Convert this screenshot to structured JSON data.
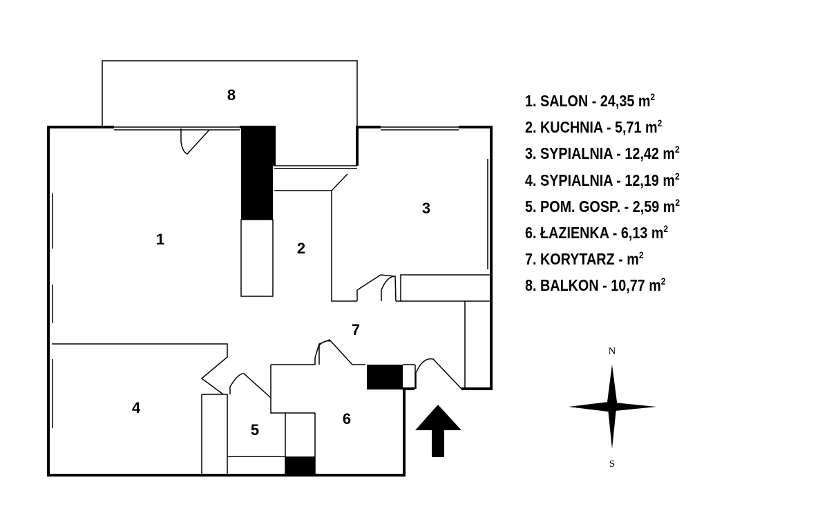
{
  "legend": [
    {
      "num": "1.",
      "name": "SALON",
      "area": "24,35",
      "unit": "m",
      "exp": "2"
    },
    {
      "num": "2.",
      "name": "KUCHNIA",
      "area": "5,71",
      "unit": "m",
      "exp": "2"
    },
    {
      "num": "3.",
      "name": "SYPIALNIA",
      "area": "12,42",
      "unit": "m",
      "exp": "2"
    },
    {
      "num": "4.",
      "name": "SYPIALNIA",
      "area": "12,19",
      "unit": "m",
      "exp": "2"
    },
    {
      "num": "5.",
      "name": "POM. GOSP.",
      "area": "2,59",
      "unit": "m",
      "exp": "2"
    },
    {
      "num": "6.",
      "name": "ŁAZIENKA",
      "area": "6,13",
      "unit": "m",
      "exp": "2"
    },
    {
      "num": "7.",
      "name": "KORYTARZ",
      "area": "",
      "unit": "m",
      "exp": "2"
    },
    {
      "num": "8.",
      "name": "BALKON",
      "area": "10,77",
      "unit": "m",
      "exp": "2"
    }
  ],
  "rooms": [
    "1",
    "2",
    "3",
    "4",
    "5",
    "6",
    "7",
    "8"
  ],
  "compass": {
    "north": "N",
    "south": "S"
  },
  "entrance_icon": "up-arrow-icon"
}
